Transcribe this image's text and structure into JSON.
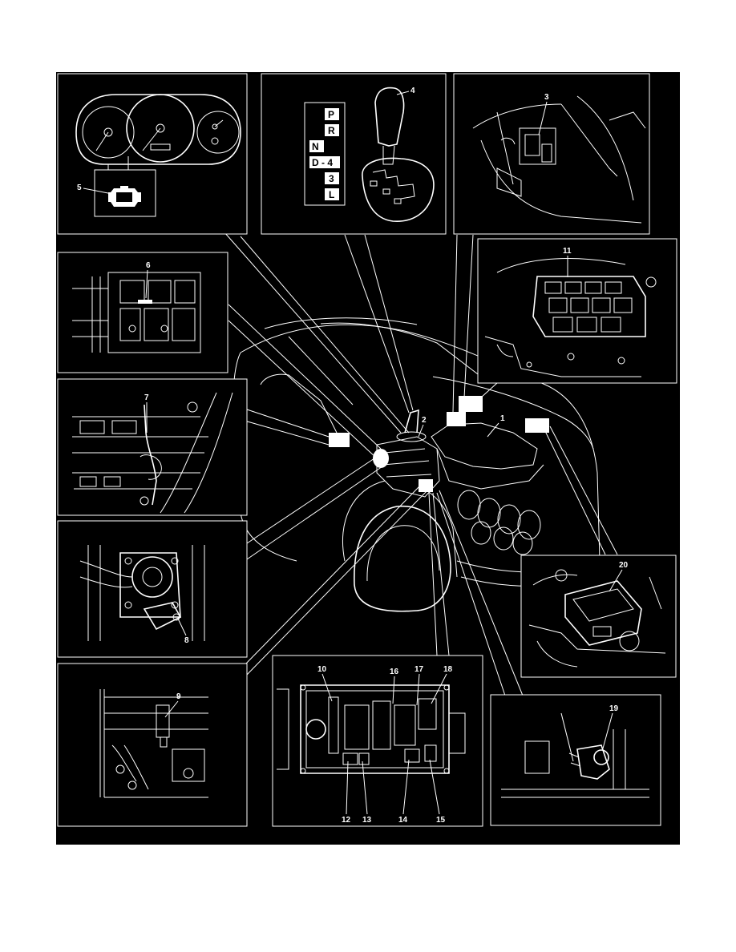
{
  "figure": {
    "background_color": "#000000",
    "line_color": "#ffffff",
    "page_color": "#ffffff"
  },
  "callouts": {
    "c1": "1",
    "c2": "2",
    "c3": "3",
    "c4": "4",
    "c5": "5",
    "c6": "6",
    "c7": "7",
    "c8": "8",
    "c9": "9",
    "c10": "10",
    "c11": "11",
    "c12": "12",
    "c13": "13",
    "c14": "14",
    "c15": "15",
    "c16": "16",
    "c17": "17",
    "c18": "18",
    "c19": "19",
    "c20": "20"
  },
  "shift_indicator": {
    "p": "P",
    "r": "R",
    "n": "N",
    "d4": "D - 4",
    "g3": "3",
    "l": "L"
  },
  "icons": {
    "check_engine": "check-engine-icon",
    "relay_box": "relay-box-icon",
    "ecm": "ecm-icon"
  }
}
